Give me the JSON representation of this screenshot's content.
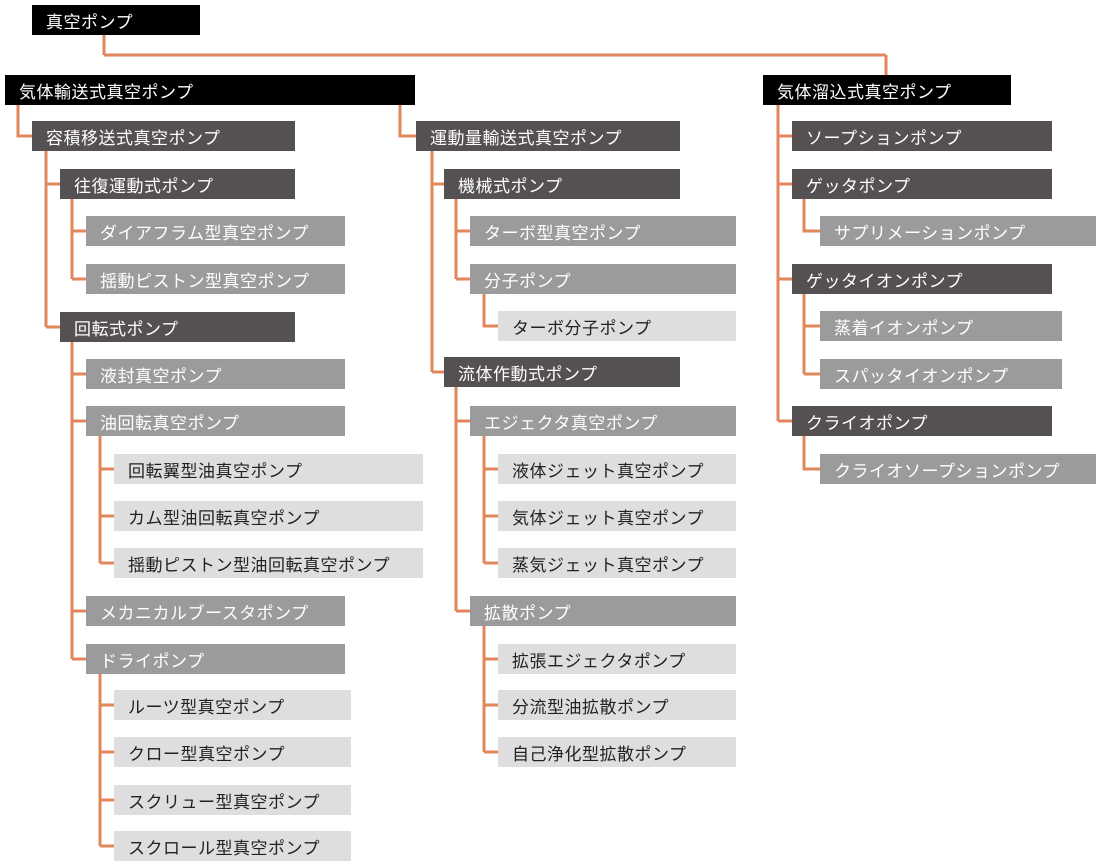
{
  "colors": {
    "line": "#E2875B",
    "black": "#000000",
    "dark": "#555051",
    "mid": "#9B9B9B",
    "light": "#DEDEDE"
  },
  "root": "真空ポンプ",
  "gas_transfer": {
    "title": "気体輸送式真空ポンプ",
    "positive_displacement": {
      "title": "容積移送式真空ポンプ",
      "reciprocating": {
        "title": "往復運動式ポンプ",
        "items": [
          "ダイアフラム型真空ポンプ",
          "揺動ピストン型真空ポンプ"
        ]
      },
      "rotary": {
        "title": "回転式ポンプ",
        "liquid_ring": "液封真空ポンプ",
        "oil_rotary": {
          "title": "油回転真空ポンプ",
          "items": [
            "回転翼型油真空ポンプ",
            "カム型油回転真空ポンプ",
            "揺動ピストン型油回転真空ポンプ"
          ]
        },
        "mechanical_booster": "メカニカルブースタポンプ",
        "dry": {
          "title": "ドライポンプ",
          "items": [
            "ルーツ型真空ポンプ",
            "クロー型真空ポンプ",
            "スクリュー型真空ポンプ",
            "スクロール型真空ポンプ"
          ]
        }
      }
    },
    "kinetic": {
      "title": "運動量輸送式真空ポンプ",
      "mechanical": {
        "title": "機械式ポンプ",
        "turbo": "ターボ型真空ポンプ",
        "molecular": {
          "title": "分子ポンプ",
          "items": [
            "ターボ分子ポンプ"
          ]
        }
      },
      "fluid": {
        "title": "流体作動式ポンプ",
        "ejector": {
          "title": "エジェクタ真空ポンプ",
          "items": [
            "液体ジェット真空ポンプ",
            "気体ジェット真空ポンプ",
            "蒸気ジェット真空ポンプ"
          ]
        },
        "diffusion": {
          "title": "拡散ポンプ",
          "items": [
            "拡張エジェクタポンプ",
            "分流型油拡散ポンプ",
            "自己浄化型拡散ポンプ"
          ]
        }
      }
    }
  },
  "entrapment": {
    "title": "気体溜込式真空ポンプ",
    "sorption": "ソープションポンプ",
    "getter": {
      "title": "ゲッタポンプ",
      "items": [
        "サプリメーションポンプ"
      ]
    },
    "getter_ion": {
      "title": "ゲッタイオンポンプ",
      "items": [
        "蒸着イオンポンプ",
        "スパッタイオンポンプ"
      ]
    },
    "cryo": {
      "title": "クライオポンプ",
      "items": [
        "クライオソープションポンプ"
      ]
    }
  }
}
